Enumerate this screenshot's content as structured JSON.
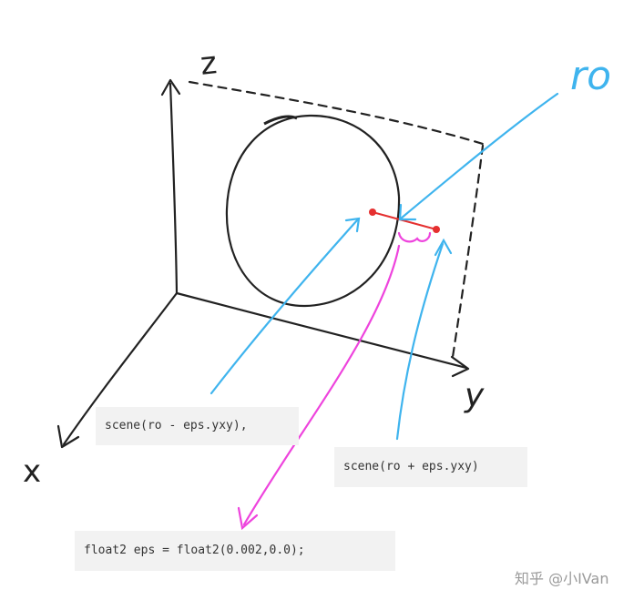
{
  "axes": {
    "x_label": "x",
    "y_label": "y",
    "z_label": "z"
  },
  "ray_origin_label": "ro",
  "code_labels": {
    "scene_minus": "scene(ro - eps.yxy),",
    "scene_plus": "scene(ro + eps.yxy)",
    "eps_decl": "float2 eps = float2(0.002,0.0);"
  },
  "watermark": "知乎 @小IVan",
  "colors": {
    "ink": "#222222",
    "blue_arrow": "#3fb4ee",
    "magenta_arrow": "#ee44dd",
    "red_sample": "#e53030",
    "code_bg": "#f2f2f2"
  }
}
